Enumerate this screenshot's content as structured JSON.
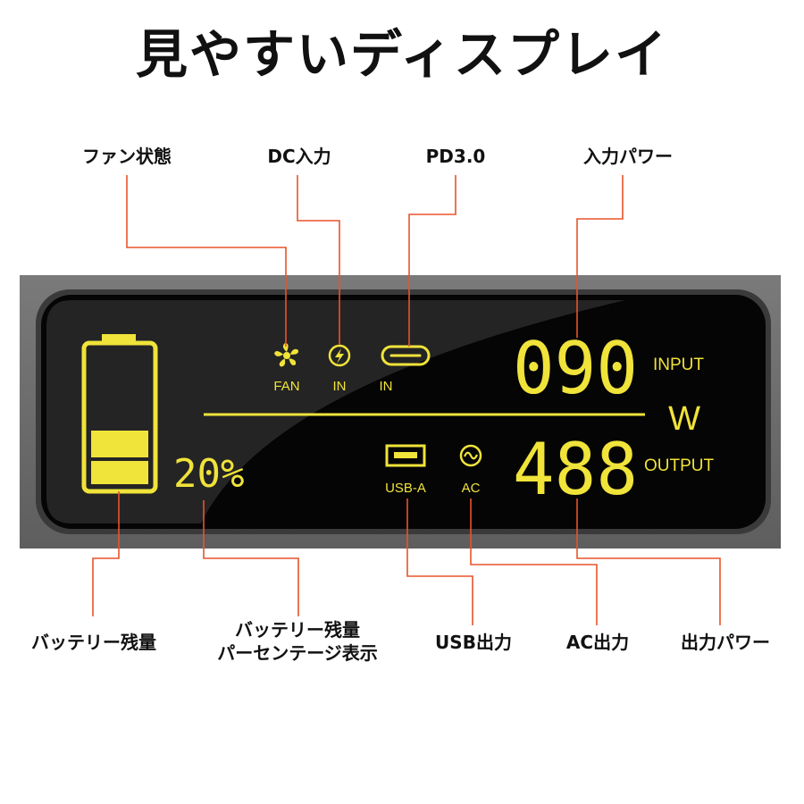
{
  "title": "見やすいディスプレイ",
  "callouts": {
    "fan_status": "ファン状態",
    "dc_input": "DC入力",
    "pd": "PD3.0",
    "input_power": "入力パワー",
    "battery_level": "バッテリー残量",
    "battery_percent_line1": "バッテリー残量",
    "battery_percent_line2": "パーセンテージ表示",
    "usb_output": "USB出力",
    "ac_output": "AC出力",
    "output_power": "出力パワー"
  },
  "display": {
    "battery_percent": "20%",
    "battery_level": 0.4,
    "fan_label": "FAN",
    "dc_in_label": "IN",
    "usbc_in_label": "IN",
    "usba_label": "USB-A",
    "ac_label": "AC",
    "input_value": "090",
    "input_label": "INPUT",
    "unit": "W",
    "output_value": "488",
    "output_label": "OUTPUT"
  },
  "colors": {
    "lcd": "#f0e33a",
    "leader": "#e8542a",
    "bezel": "#6e6e6e",
    "screen": "#0a0a0a"
  },
  "icons": [
    "fan-icon",
    "dc-bolt-icon",
    "usb-c-port-icon",
    "usb-a-port-icon",
    "ac-sine-icon",
    "battery-icon"
  ]
}
